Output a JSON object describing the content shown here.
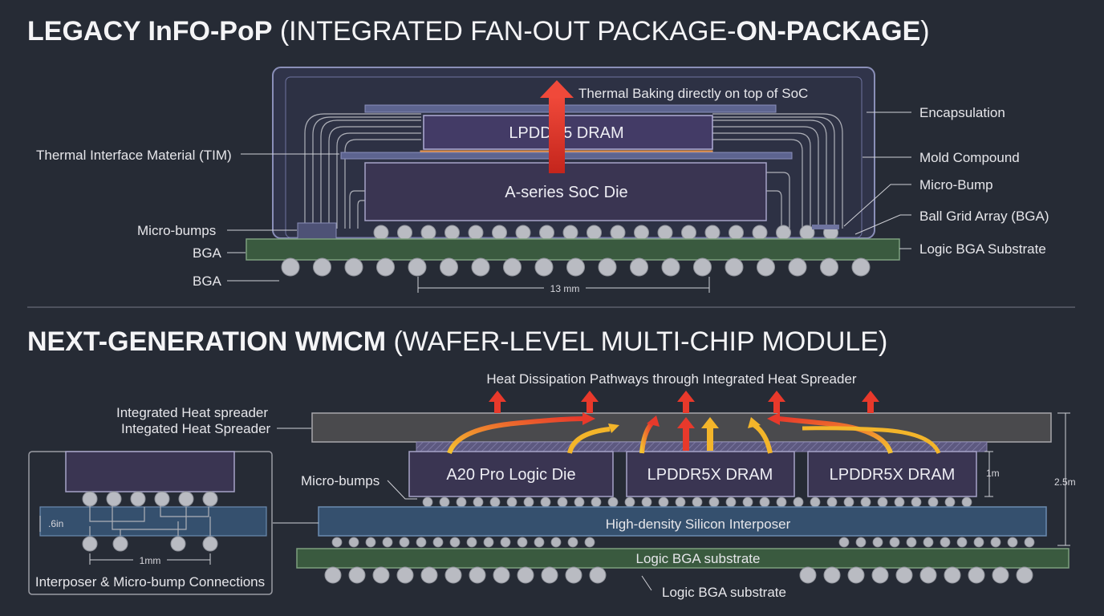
{
  "colors": {
    "background": "#262b35",
    "die_fill": "#3a3552",
    "dram_fill": "#433b66",
    "substrate_green": "#3a5a3f",
    "interposer_blue": "#35506e",
    "tim_orange": "#e0822d",
    "heat_red": "#e8392b",
    "heat_yellow": "#f3b52a"
  },
  "legacy": {
    "title_part1": "LEGACY InFO-PoP",
    "title_part2": " (INTEGRATED FAN-OUT PACKAGE-",
    "title_part3": "ON-PACKAGE",
    "title_part4": ")",
    "dram_label": "LPDDR5 DRAM",
    "soc_label": "A-series SoC Die",
    "heat_note": "Thermal Baking directly on top of SoC",
    "labels_right": {
      "encapsulation": "Encapsulation",
      "mold": "Mold Compound",
      "microbump": "Micro-Bump",
      "bga": "Ball Grid Array (BGA)",
      "substrate": "Logic BGA Substrate"
    },
    "labels_left": {
      "tim": "Thermal Interface Material (TIM)",
      "microbumps": "Micro-bumps",
      "bga1": "BGA",
      "bga2": "BGA"
    },
    "dimension": "13 mm"
  },
  "nextgen": {
    "title_part1": "NEXT-GENERATION WMCM",
    "title_part2": " (WAFER-LEVEL MULTI-CHIP MODULE)",
    "heat_note": "Heat Dissipation Pathways through Integrated Heat Spreader",
    "ihs_label_1": "Integrated Heat spreader",
    "ihs_label_2": "Integated Heat Spreader",
    "microbumps": "Micro-bumps",
    "logic_die": "A20 Pro Logic Die",
    "dram_1": "LPDDR5X DRAM",
    "dram_2": "LPDDR5X DRAM",
    "interposer": "High-density Silicon Interposer",
    "substrate_inner": "Logic BGA substrate",
    "substrate_below": "Logic BGA substrate",
    "dim_die": "1m",
    "dim_total": "2.5m"
  },
  "inset": {
    "caption": "Interposer & Micro-bump Connections",
    "dim_h": ".6in",
    "dim_w": "1mm"
  }
}
